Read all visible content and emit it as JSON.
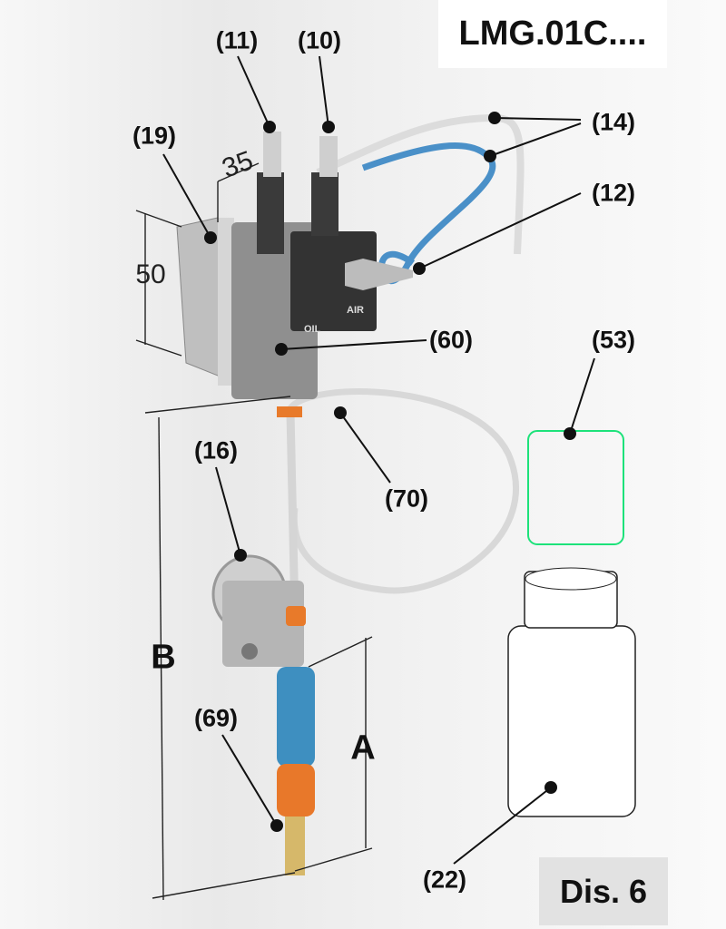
{
  "title": "LMG.01C....",
  "figure_label": "Dis. 6",
  "callouts": {
    "c11": "(11)",
    "c10": "(10)",
    "c14": "(14)",
    "c19": "(19)",
    "c12": "(12)",
    "c60": "(60)",
    "c53": "(53)",
    "c16": "(16)",
    "c70": "(70)",
    "c69": "(69)",
    "c22": "(22)"
  },
  "dimensions": {
    "d35": "35",
    "d50": "50",
    "dB": "B",
    "dA": "A"
  },
  "valve_markings": {
    "oil": "OIL",
    "air": "AIR"
  }
}
